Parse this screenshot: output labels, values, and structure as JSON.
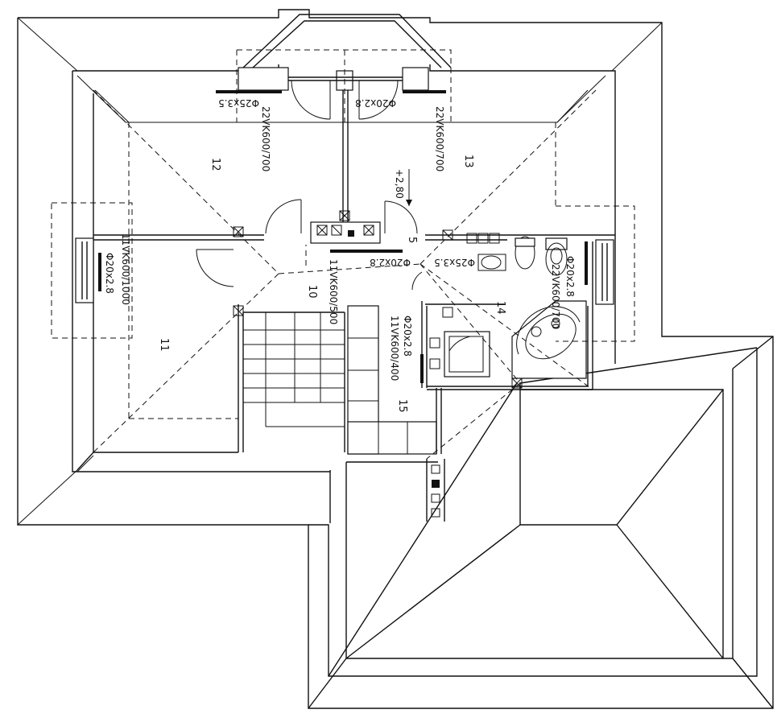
{
  "rooms": [
    {
      "id": "r11",
      "number": "11"
    },
    {
      "id": "r12",
      "number": "12"
    },
    {
      "id": "r13",
      "number": "13"
    },
    {
      "id": "r14",
      "number": "14"
    },
    {
      "id": "r10",
      "number": "10"
    },
    {
      "id": "r15",
      "number": "15"
    },
    {
      "id": "r5",
      "number": "5"
    }
  ],
  "labels": {
    "heater_12": "22VK600/700",
    "heater_13": "22VK600/700",
    "heater_11": "11VK600/1000",
    "heater_10": "11VK600/500",
    "heater_15": "11VK600/400",
    "heater_14": "22VK600/700",
    "pipe_top_left": "Φ25x3.5",
    "pipe_top_mid": "Φ20x2.8",
    "pipe_left": "Φ20x2.8",
    "pipe_mid_a": "Φ20x2.8",
    "pipe_mid_b": "Φ25x3.5",
    "pipe_right": "Φ20x2.8",
    "pipe_15": "Φ20x2.8",
    "level": "+2,80"
  }
}
